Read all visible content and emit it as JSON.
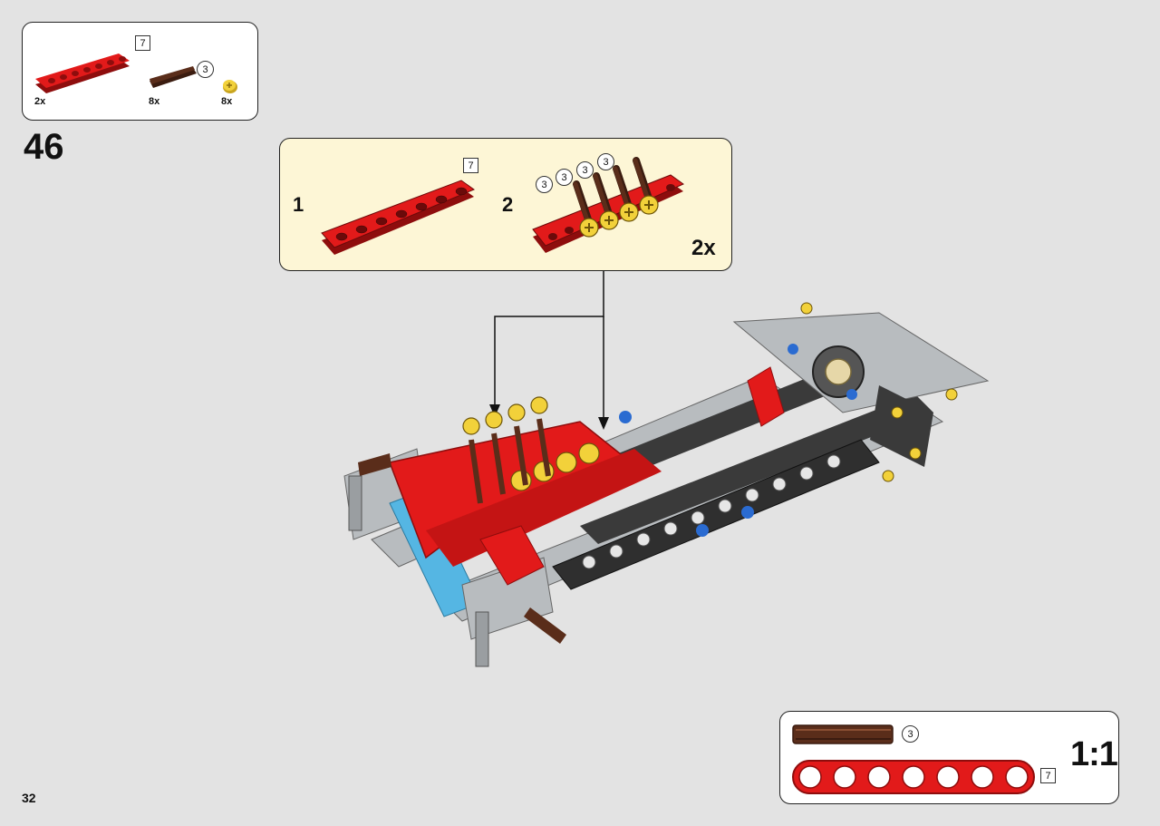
{
  "step": {
    "number": "46"
  },
  "parts_list": [
    {
      "name": "red-beam-7",
      "length": "7",
      "quantity": "2x"
    },
    {
      "name": "brown-axle-pin-3",
      "length": "3",
      "quantity": "8x"
    },
    {
      "name": "yellow-bush",
      "quantity": "8x"
    }
  ],
  "subassembly": {
    "step1": {
      "label": "1",
      "beam_length": "7"
    },
    "step2": {
      "label": "2",
      "pin_lengths": [
        "3",
        "3",
        "3",
        "3"
      ]
    },
    "multiplier": "2x"
  },
  "scale_reference": {
    "axle_pin_length": "3",
    "beam_length": "7",
    "label": "1:1"
  },
  "page": {
    "number": "32"
  },
  "colors": {
    "red": "#e21a1a",
    "dark_red": "#8e0d0d",
    "brown": "#5a2d1a",
    "yellow": "#f2d13a",
    "light_gray": "#b8bcbf",
    "dark_gray": "#3a3a3a",
    "blue": "#2a6bd1",
    "light_blue": "#55b6e3",
    "callout_bg": "#fdf6d6"
  }
}
